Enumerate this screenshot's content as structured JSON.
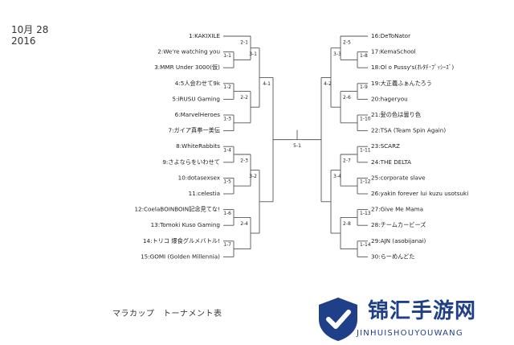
{
  "header": {
    "date_line1": "10月 28",
    "date_line2": "2016"
  },
  "bracket": {
    "left_teams": [
      "1:KAKIXILE",
      "2:We're watching you",
      "3:MMR Under 3000(仮)",
      "4:5人会わせて9k",
      "5:iRUSU Gaming",
      "6:MarvelHeroes",
      "7:ガイア真拳一美伝",
      "8:WhiteRabbits",
      "9:さよならをいわせて",
      "10:dotasexsex",
      "11:celestia",
      "12:CoelaBOINBOIN記念見てな!",
      "13:Tomoki Kuso Gaming",
      "14:トリコ 爆食グルメバトル!",
      "15:GOMI (Golden Millennia)"
    ],
    "right_teams": [
      "16:DeToNator",
      "17:KemaSchool",
      "18:Ol o Pussy's(ｵﾚﾀﾁ･ﾌﾟｯｼｰｽﾞ)",
      "19:大正義ふぁんたろう",
      "20:hageryou",
      "21:髪の色は曇り色",
      "22:TSA (Team Spin Again)",
      "23:SCARZ",
      "24:THE DELTA",
      "25:corporate slave",
      "26:yakin forever lui kuzu usotsuki",
      "27:Give Me Mama",
      "28:チームカービーズ",
      "29:AJN (asobijanai)",
      "30:らーめんどた"
    ],
    "match_labels": {
      "left_r1": [
        "1-1",
        "1-2",
        "1-3",
        "1-4",
        "1-5",
        "1-6",
        "1-7"
      ],
      "left_r2": [
        "2-1",
        "2-2",
        "2-3",
        "2-4"
      ],
      "left_r3": [
        "3-1",
        "3-2"
      ],
      "left_r4": "4-1",
      "right_r1": [
        "1-8",
        "1-9",
        "1-10",
        "1-11",
        "1-12",
        "1-13",
        "1-14"
      ],
      "right_r2": [
        "2-5",
        "2-6",
        "2-7",
        "2-8"
      ],
      "right_r3": [
        "3-3",
        "3-4"
      ],
      "right_r4": "4-2",
      "final": "5-1"
    }
  },
  "caption": "マラカップ　トーナメント表",
  "watermark": {
    "logo_icon": "shield-check-icon",
    "title": "锦汇手游网",
    "subtitle": "JINHUISHOUYOUWANG",
    "color": "#1f3f88"
  }
}
